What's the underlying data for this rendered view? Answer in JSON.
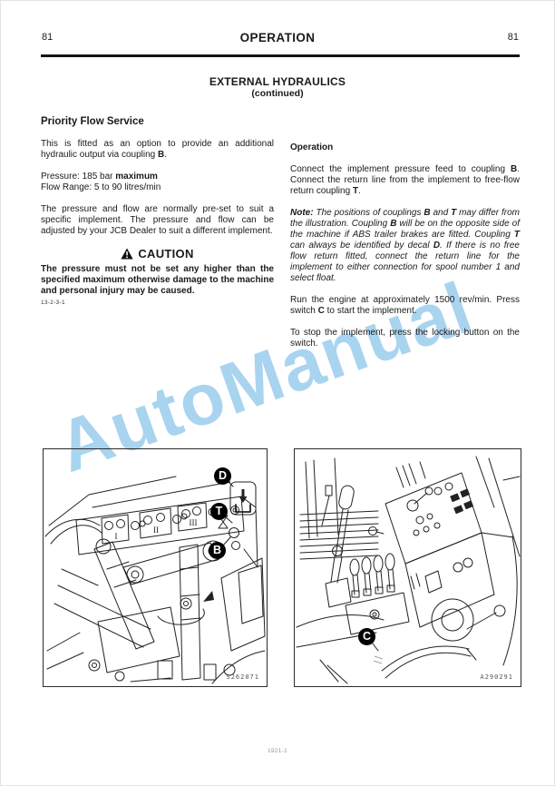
{
  "header": {
    "left_page": "81",
    "title": "OPERATION",
    "right_page": "81"
  },
  "section": {
    "title": "EXTERNAL HYDRAULICS",
    "subtitle": "(continued)"
  },
  "watermark": {
    "text": "AutoManual",
    "color": "#a9d4ef"
  },
  "left_column": {
    "heading": "Priority Flow Service",
    "para1": [
      {
        "t": "This is fitted as an option to provide an additional hydraulic output via coupling "
      },
      {
        "t": "B",
        "b": true
      },
      {
        "t": "."
      }
    ],
    "spec_line1": [
      {
        "t": "Pressure: 185 bar "
      },
      {
        "t": "maximum",
        "b": true
      }
    ],
    "spec_line2": [
      {
        "t": "Flow Range: 5 to 90 litres/min"
      }
    ],
    "para2": "The pressure and flow are normally pre-set to suit a specific implement. The pressure and flow can be adjusted by your JCB Dealer to suit a different implement.",
    "caution": {
      "label": "CAUTION",
      "icon": "warning-triangle-icon",
      "text": "The pressure must not be set any higher than the specified maximum otherwise damage to the machine and personal injury may be caused.",
      "ref_code": "13-2-3-1"
    }
  },
  "right_column": {
    "heading": "Operation",
    "para1": [
      {
        "t": "Connect the implement pressure feed to coupling "
      },
      {
        "t": "B",
        "b": true
      },
      {
        "t": ". Connect the return line from the implement to free-flow return coupling "
      },
      {
        "t": "T",
        "b": true
      },
      {
        "t": "."
      }
    ],
    "note": [
      {
        "t": "Note:",
        "b": true
      },
      {
        "t": " The positions of couplings "
      },
      {
        "t": "B",
        "b": true
      },
      {
        "t": " and "
      },
      {
        "t": "T",
        "b": true
      },
      {
        "t": " may differ from the illustration. Coupling "
      },
      {
        "t": "B",
        "b": true
      },
      {
        "t": " will be on the opposite side of the machine if ABS trailer brakes are fitted. Coupling "
      },
      {
        "t": "T",
        "b": true
      },
      {
        "t": " can always be identified by decal "
      },
      {
        "t": "D",
        "b": true
      },
      {
        "t": ". If there is no free flow return fitted, connect the return line for the implement to either connection for spool number 1 and select float."
      }
    ],
    "para2": [
      {
        "t": "Run the engine at approximately 1500 rev/min. Press switch "
      },
      {
        "t": "C",
        "b": true
      },
      {
        "t": " to start the implement."
      }
    ],
    "para3": "To stop the implement, press the locking button on the switch."
  },
  "figures": {
    "left": {
      "code": "S262071",
      "panel_labels": [
        "I",
        "II",
        "III"
      ],
      "callouts": [
        {
          "label": "D"
        },
        {
          "label": "T"
        },
        {
          "label": "B"
        }
      ]
    },
    "right": {
      "code": "A290291",
      "callouts": [
        {
          "label": "C"
        }
      ]
    }
  },
  "footer": {
    "code": "1921-1"
  }
}
